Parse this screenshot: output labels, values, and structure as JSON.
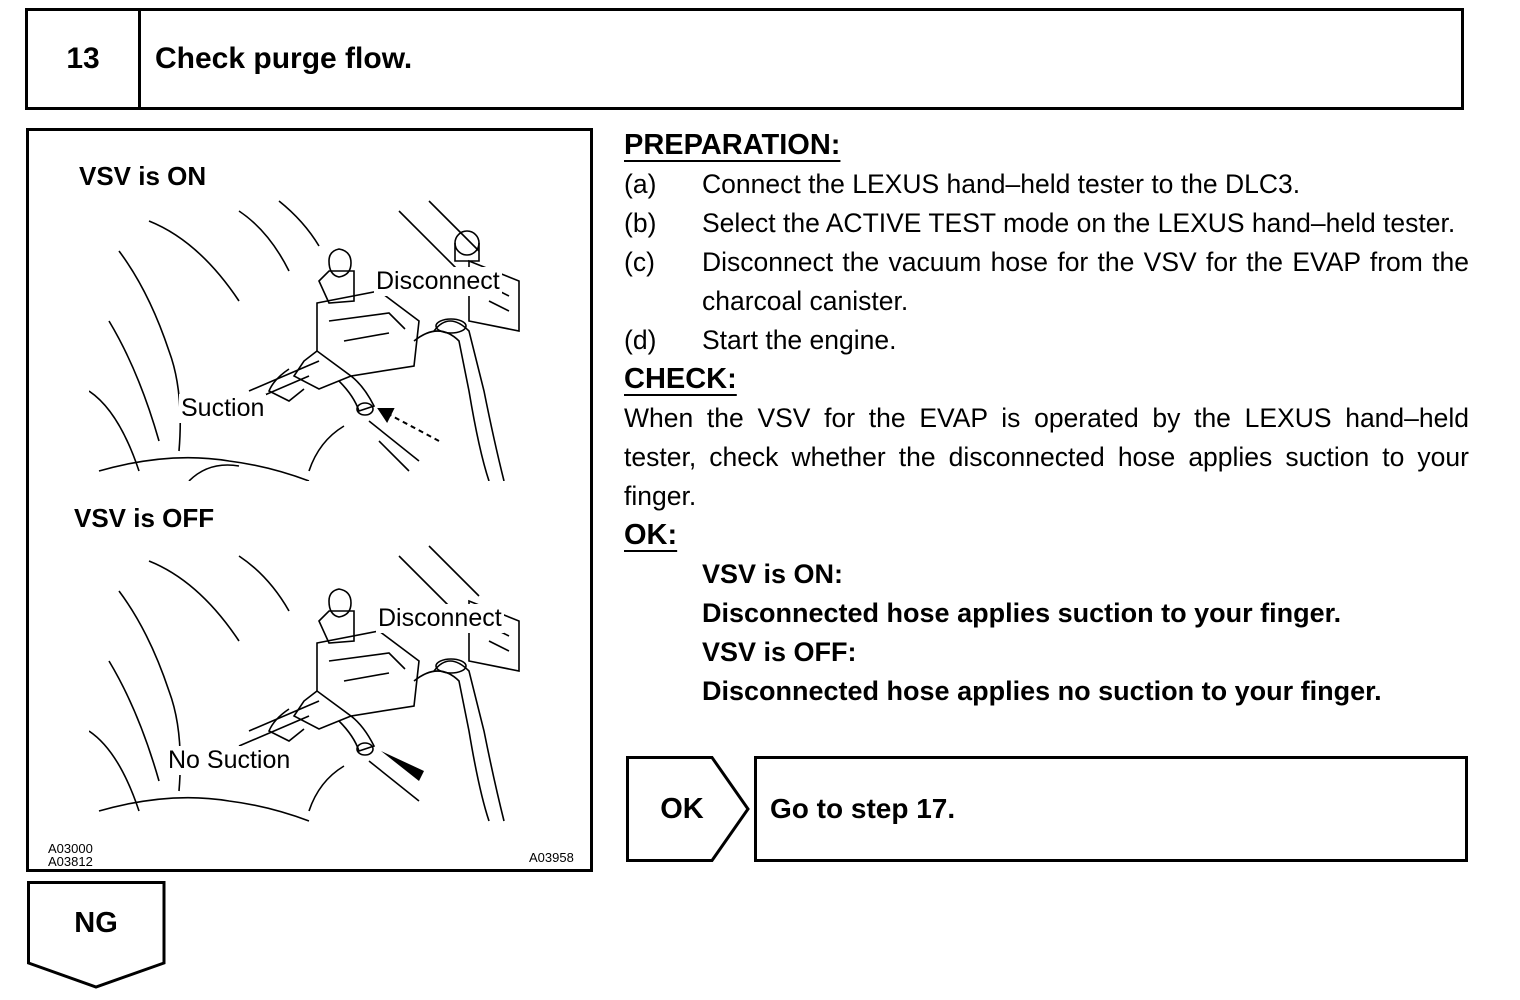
{
  "step": {
    "number": "13",
    "title": "Check purge flow."
  },
  "figure": {
    "top_label": "VSV is ON",
    "top_disconnect": "Disconnect",
    "top_suction": "Suction",
    "bottom_label": "VSV is OFF",
    "bottom_disconnect": "Disconnect",
    "bottom_suction": "No Suction",
    "code_left_1": "A03000",
    "code_left_2": "A03812",
    "code_right": "A03958"
  },
  "preparation": {
    "title": "PREPARATION:",
    "steps": [
      {
        "letter": "(a)",
        "text": "Connect the LEXUS hand–held tester to the DLC3."
      },
      {
        "letter": "(b)",
        "text": "Select the ACTIVE TEST mode on the LEXUS hand–held tester."
      },
      {
        "letter": "(c)",
        "text": "Disconnect the vacuum hose for the VSV for the EVAP from the charcoal canister."
      },
      {
        "letter": "(d)",
        "text": "Start the engine."
      }
    ]
  },
  "check": {
    "title": "CHECK:",
    "text": "When the VSV for the EVAP is operated by the LEXUS hand–held tester, check whether the disconnected hose applies suction to your finger."
  },
  "ok": {
    "title": "OK:",
    "lines": [
      "VSV is ON:",
      "Disconnected hose applies suction to your finger.",
      "VSV is OFF:",
      "Disconnected hose applies no suction to your finger."
    ]
  },
  "result_ok": {
    "badge": "OK",
    "action": "Go to step 17."
  },
  "result_ng": {
    "badge": "NG"
  }
}
